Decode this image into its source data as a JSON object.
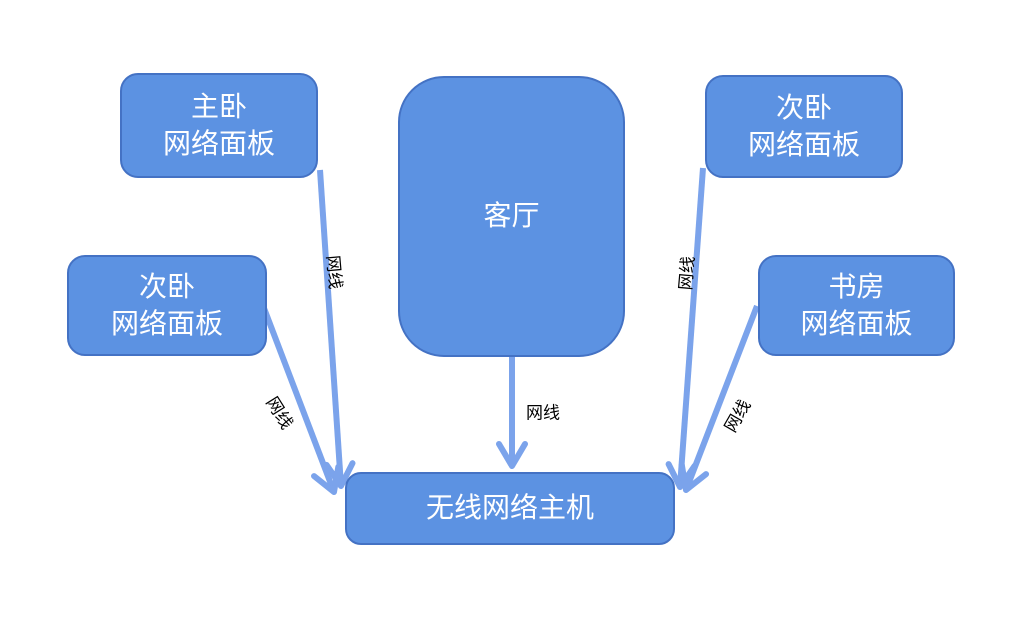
{
  "diagram": {
    "title": "home network wiring diagram",
    "colors": {
      "node_fill": "#5C92E2",
      "node_border": "#4472C4",
      "arrow": "#7BA3EB",
      "node_text": "#FFFFFF",
      "edge_label_text": "#000000"
    },
    "nodes": [
      {
        "id": "master-bedroom-panel",
        "label": "主卧\n网络面板"
      },
      {
        "id": "living-room",
        "label": "客厅"
      },
      {
        "id": "second-bedroom-panel-top",
        "label": "次卧\n网络面板"
      },
      {
        "id": "second-bedroom-panel-left",
        "label": "次卧\n网络面板"
      },
      {
        "id": "study-panel",
        "label": "书房\n网络面板"
      },
      {
        "id": "wireless-host",
        "label": "无线网络主机"
      }
    ],
    "edges": [
      {
        "from": "master-bedroom-panel",
        "to": "wireless-host",
        "label": "网线"
      },
      {
        "from": "second-bedroom-panel-left",
        "to": "wireless-host",
        "label": "网线"
      },
      {
        "from": "living-room",
        "to": "wireless-host",
        "label": "网线"
      },
      {
        "from": "second-bedroom-panel-top",
        "to": "wireless-host",
        "label": "网线"
      },
      {
        "from": "study-panel",
        "to": "wireless-host",
        "label": "网线"
      }
    ]
  }
}
